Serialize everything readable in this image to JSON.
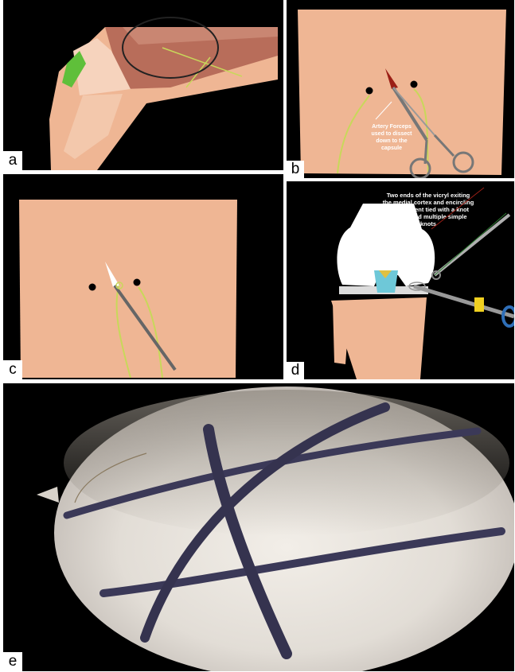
{
  "figure": {
    "panels": [
      {
        "label": "a"
      },
      {
        "label": "b"
      },
      {
        "label": "c"
      },
      {
        "label": "d"
      },
      {
        "label": "e"
      }
    ],
    "annotations": {
      "b": [
        "Artery Forceps",
        "used to dissect",
        "down to the",
        "capsule"
      ],
      "d": [
        "Two ends of the vicryl exiting",
        "the medial cortex and encircling",
        "the fragment tied with a knot",
        "pusher and multiple simple",
        "knots"
      ]
    },
    "colors": {
      "background": "#000000",
      "skin": "#efb694",
      "suture_green": "#c8d85a",
      "muscle": "#b86d5a",
      "arrow_red": "#9b1f16",
      "blue_cord": "#2f6fb8"
    }
  }
}
